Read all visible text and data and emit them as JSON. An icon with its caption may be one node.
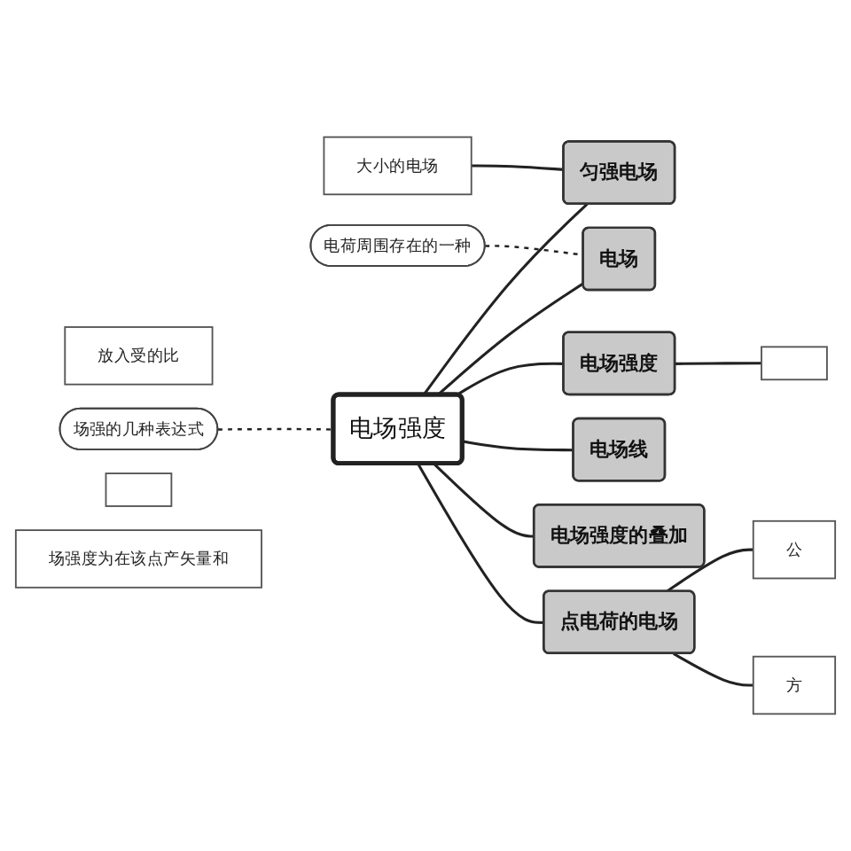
{
  "diagram": {
    "nodes": [
      {
        "text": [
          "大小的电场"
        ]
      },
      {
        "text": [
          "电荷周围存在的一种"
        ]
      },
      {
        "text": [
          "匀强电场"
        ]
      },
      {
        "text": [
          "放入受的比"
        ]
      },
      {
        "text": [
          "电场"
        ]
      },
      {
        "text": [
          "场强的几种表达式"
        ]
      },
      {
        "text": [],
        "shape": "box"
      },
      {
        "text": [
          "电场强度"
        ]
      },
      {
        "text": [
          "电场强度"
        ]
      },
      {
        "text": [],
        "shape": "box"
      },
      {
        "text": [
          "电场线"
        ]
      },
      {
        "text": [
          "公"
        ]
      },
      {
        "text": [
          "电场强度的叠加"
        ]
      },
      {
        "text": [
          "点电荷的电场"
        ]
      },
      {
        "text": [
          "方"
        ]
      },
      {
        "text": [
          "场强度为在该点产矢量和"
        ]
      }
    ],
    "edges": [
      {
        "from": 7,
        "to": 2,
        "arrow": "none"
      },
      {
        "from": 7,
        "to": 4,
        "arrow": "none"
      },
      {
        "from": 7,
        "to": 8,
        "arrow": "none"
      },
      {
        "from": 7,
        "to": 10,
        "arrow": "none"
      },
      {
        "from": 7,
        "to": 12,
        "arrow": "none"
      },
      {
        "from": 7,
        "to": 13,
        "arrow": "none"
      },
      {
        "from": 0,
        "to": 2,
        "arrow": "none"
      },
      {
        "from": 1,
        "to": 4,
        "arrow": "none",
        "style": "dashed"
      },
      {
        "from": 5,
        "to": 7,
        "arrow": "none",
        "style": "dashed"
      },
      {
        "from": 8,
        "to": 6,
        "arrow": "none"
      },
      {
        "from": 13,
        "to": 11,
        "arrow": "none"
      },
      {
        "from": 13,
        "to": 14,
        "arrow": "none"
      }
    ]
  }
}
